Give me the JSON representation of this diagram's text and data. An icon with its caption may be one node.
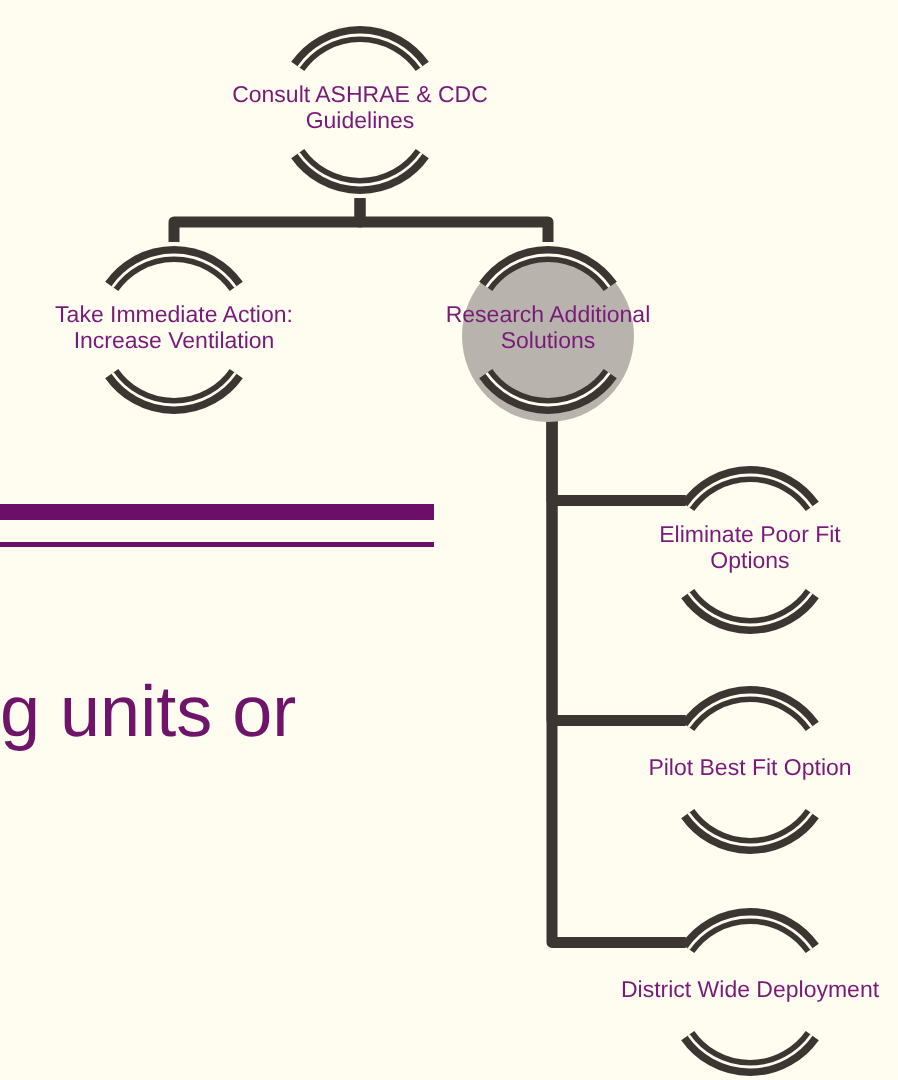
{
  "diagram": {
    "nodes": [
      {
        "text": [
          "Consult ASHRAE & CDC Guidelines"
        ]
      },
      {
        "text": [
          "Take Immediate Action: Increase Ventilation"
        ]
      },
      {
        "text": [
          "Research Additional Solutions"
        ]
      },
      {
        "text": [
          "Eliminate Poor Fit Options"
        ]
      },
      {
        "text": [
          "Pilot Best Fit Option"
        ]
      },
      {
        "text": [
          "District Wide Deployment"
        ]
      }
    ],
    "edges": [
      {
        "from": 0,
        "to": 1,
        "arrow": "none"
      },
      {
        "from": 0,
        "to": 2,
        "arrow": "none"
      },
      {
        "from": 2,
        "to": 3,
        "arrow": "none"
      },
      {
        "from": 2,
        "to": 4,
        "arrow": "none"
      },
      {
        "from": 2,
        "to": 5,
        "arrow": "none"
      }
    ],
    "labels": [
      "g units or"
    ]
  }
}
